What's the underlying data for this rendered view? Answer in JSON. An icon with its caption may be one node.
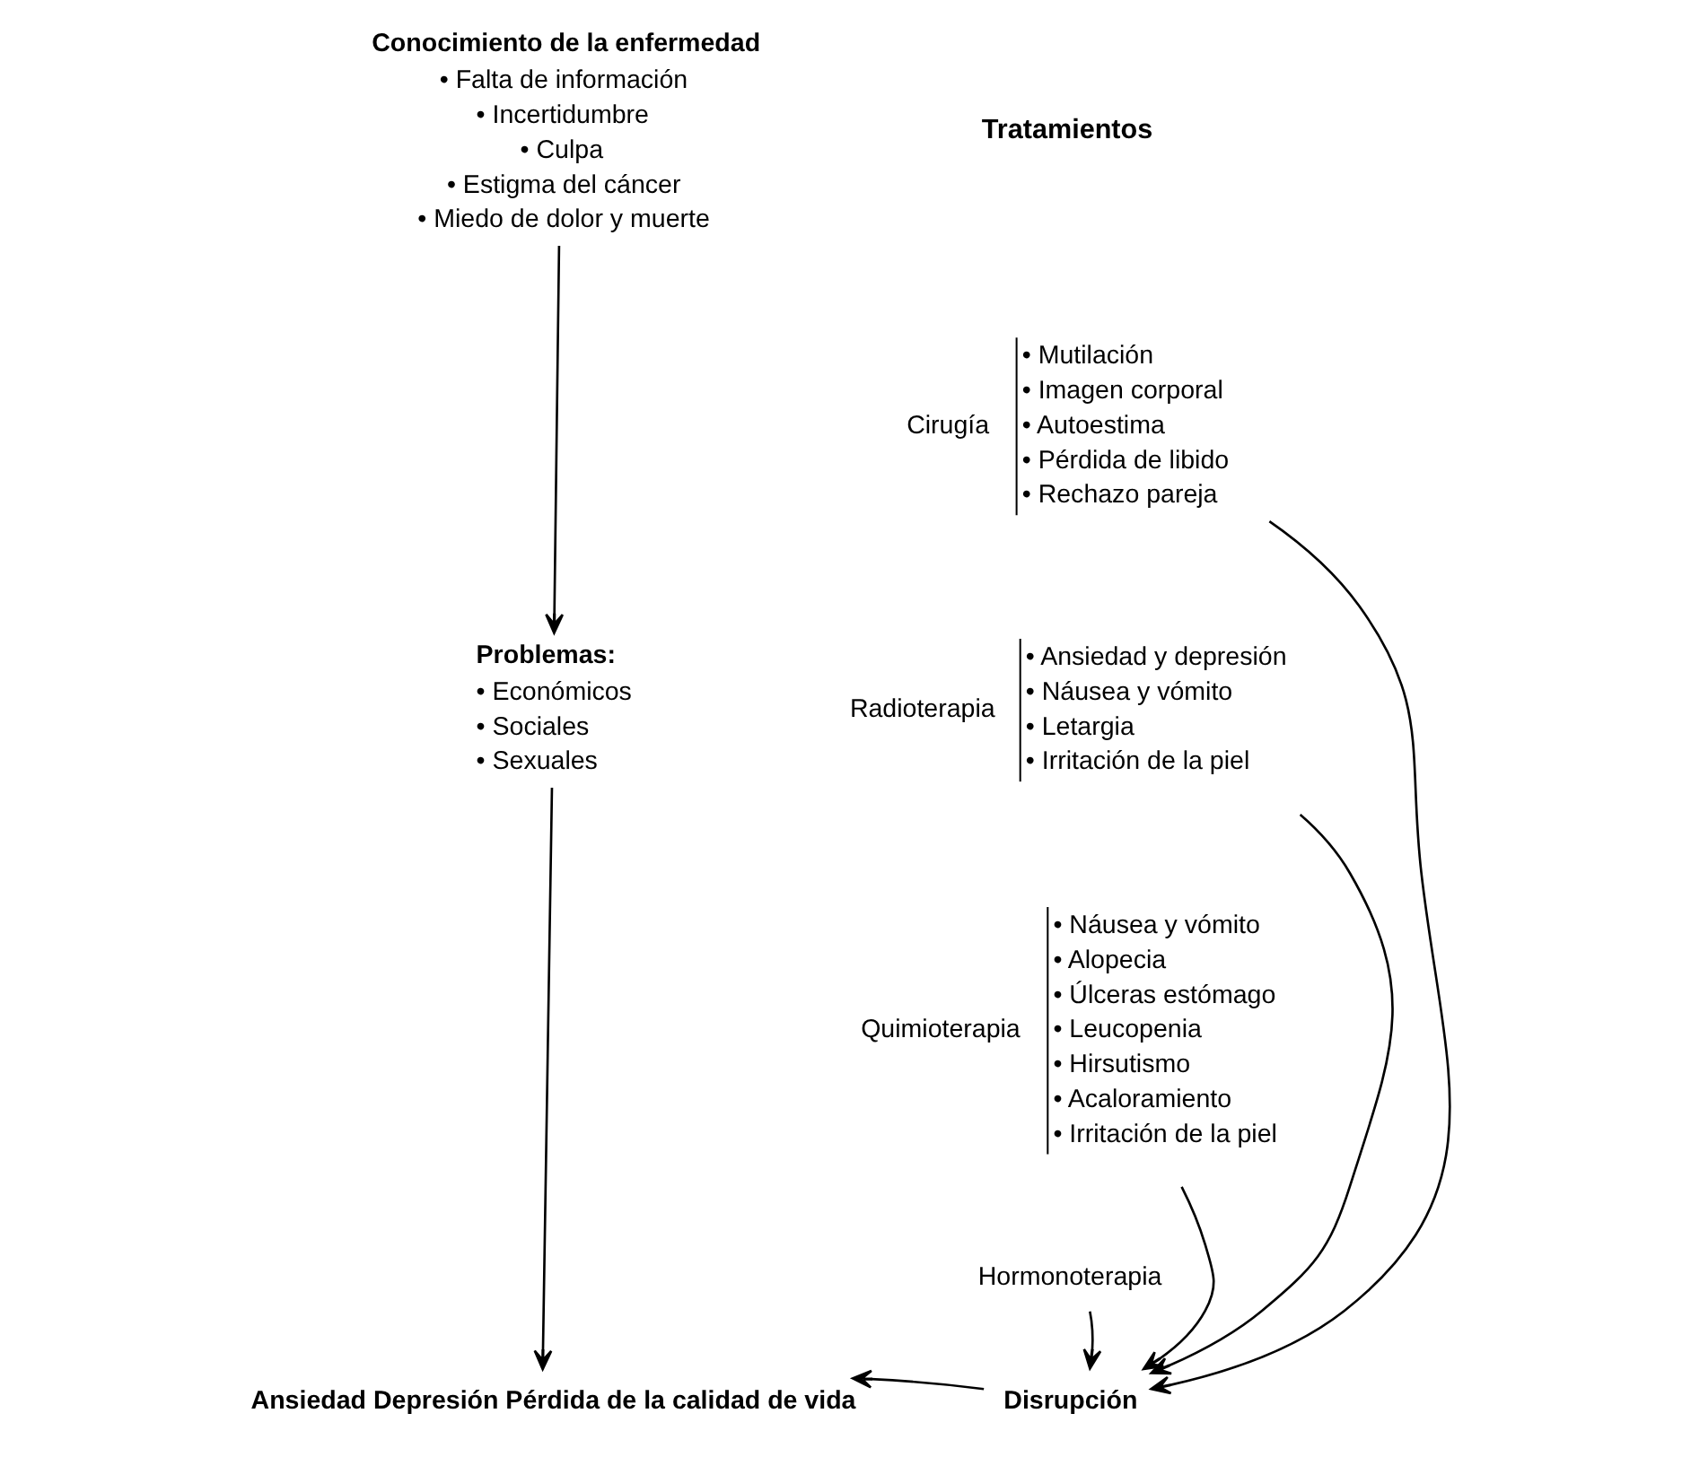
{
  "diagram": {
    "nodes": [
      {
        "text": [
          "Conocimiento de la enfermedad",
          "• Falta de información",
          "• Incertidumbre",
          "• Culpa",
          "• Estigma del cáncer",
          "• Miedo de dolor y muerte"
        ]
      },
      {
        "text": [
          "Problemas:",
          "• Económicos",
          "• Sociales",
          "• Sexuales"
        ]
      },
      {
        "text": [
          "Ansiedad Depresión Pérdida de la calidad de vida"
        ]
      },
      {
        "text": [
          "Cirugía",
          "• Mutilación",
          "• Imagen corporal",
          "• Autoestima",
          "• Pérdida de libido",
          "• Rechazo pareja"
        ]
      },
      {
        "text": [
          "Radioterapia",
          "• Ansiedad y depresión",
          "• Náusea y vómito",
          "• Letargia",
          "• Irritación de la piel"
        ]
      },
      {
        "text": [
          "Quimioterapia",
          "• Náusea y vómito",
          "• Alopecia",
          "• Úlceras estómago",
          "• Leucopenia",
          "• Hirsutismo",
          "• Acaloramiento",
          "• Irritación de la piel"
        ]
      },
      {
        "text": [
          "Hormonoterapia"
        ]
      },
      {
        "text": [
          "Disrupción"
        ]
      }
    ],
    "edges": [
      {
        "from": 0,
        "to": 1,
        "arrow": "to"
      },
      {
        "from": 1,
        "to": 2,
        "arrow": "to"
      },
      {
        "from": 3,
        "to": 7,
        "arrow": "to"
      },
      {
        "from": 4,
        "to": 7,
        "arrow": "to"
      },
      {
        "from": 5,
        "to": 7,
        "arrow": "to"
      },
      {
        "from": 6,
        "to": 7,
        "arrow": "to"
      },
      {
        "from": 7,
        "to": 2,
        "arrow": "to"
      }
    ],
    "labels": [
      "Tratamientos"
    ]
  }
}
